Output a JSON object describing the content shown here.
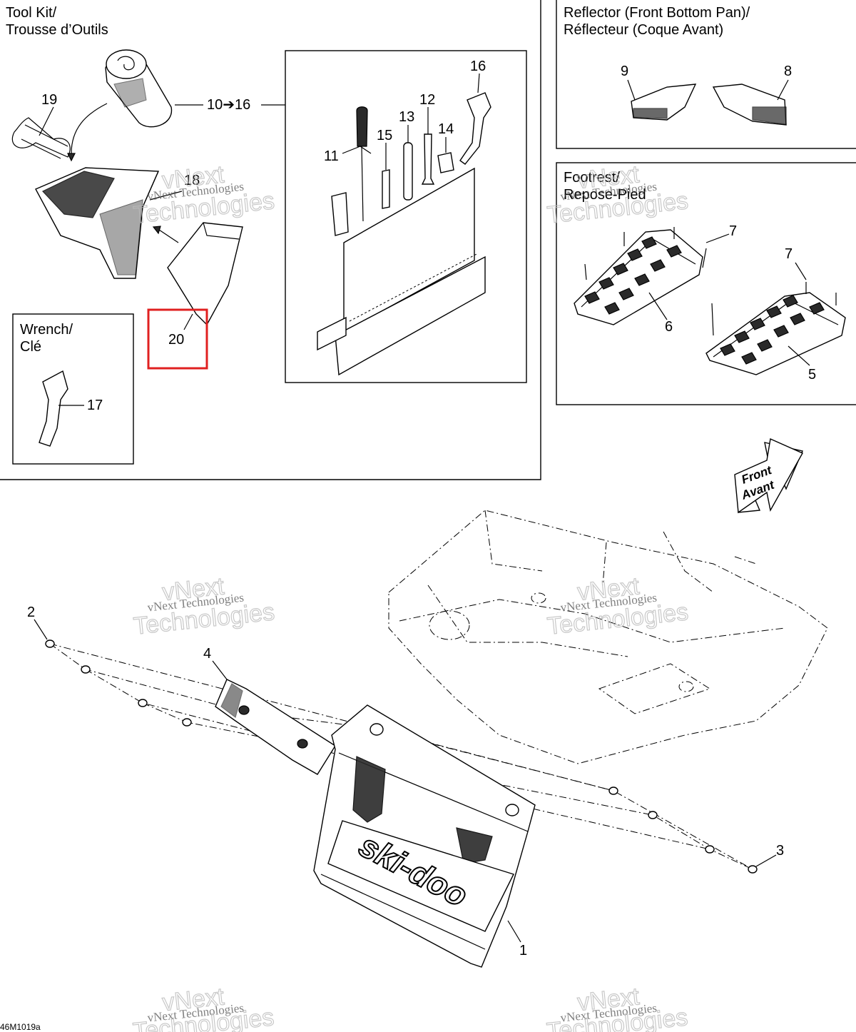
{
  "toolkit": {
    "title_line1": "Tool Kit/",
    "title_line2": "Trousse d’Outils"
  },
  "wrench": {
    "title_line1": "Wrench/",
    "title_line2": "Clé"
  },
  "reflector": {
    "title_line1": "Reflector (Front Bottom Pan)/",
    "title_line2": "Réflecteur (Coque Avant)"
  },
  "footrest": {
    "title_line1": "Footrest/",
    "title_line2": "Repose-Pied"
  },
  "front_arrow": {
    "line1": "Front",
    "line2": "Avant"
  },
  "callouts": {
    "c1": "1",
    "c2": "2",
    "c3": "3",
    "c4": "4",
    "c5": "5",
    "c6": "6",
    "c7a": "7",
    "c7b": "7",
    "c8": "8",
    "c9": "9",
    "c10_16": "10➔16",
    "c11": "11",
    "c12": "12",
    "c13": "13",
    "c14": "14",
    "c15": "15",
    "c16": "16",
    "c17": "17",
    "c18": "18",
    "c19": "19",
    "c20": "20"
  },
  "brand_logo": "ski-doo",
  "watermark": {
    "line1": "vNext Technologies",
    "line2": "vNext",
    "line3": "Technologies"
  },
  "figure_ref": "46M1019a",
  "highlight_color": "#e02020"
}
